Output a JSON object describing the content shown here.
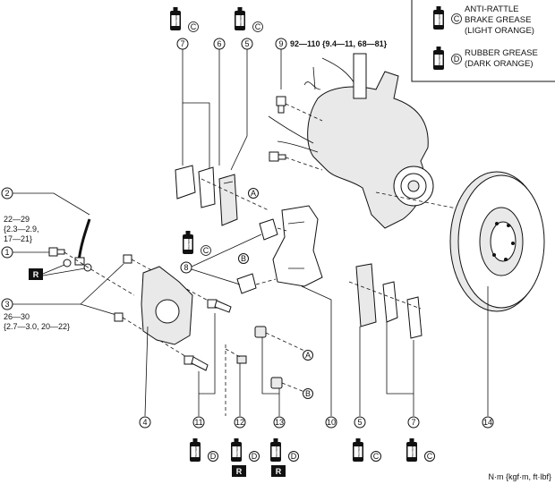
{
  "legend": {
    "anti_rattle": {
      "letter": "C",
      "lines": [
        "ANTI-RATTLE",
        "BRAKE GREASE",
        "(LIGHT ORANGE)"
      ]
    },
    "rubber": {
      "letter": "D",
      "lines": [
        "RUBBER GREASE",
        "(DARK ORANGE)"
      ]
    }
  },
  "grease_text": "GREASE",
  "r_text": "R",
  "callouts": {
    "n1": "1",
    "n2": "2",
    "n3": "3",
    "n4": "4",
    "n5": "5",
    "n6": "6",
    "n7": "7",
    "n8": "8",
    "n9": "9",
    "n10": "10",
    "n11": "11",
    "n12": "12",
    "n13": "13",
    "n14": "14"
  },
  "letters": {
    "A": "A",
    "B": "B",
    "C": "C",
    "D": "D"
  },
  "torque": {
    "t9": "92—110 {9.4—11, 68—81}",
    "t2": [
      "22—29",
      "{2.3—2.9,",
      "17—21}"
    ],
    "t3": [
      "26—30",
      "{2.7—3.0, 20—22}"
    ]
  },
  "unit_note": "N·m {kgf·m, ft·lbf}"
}
